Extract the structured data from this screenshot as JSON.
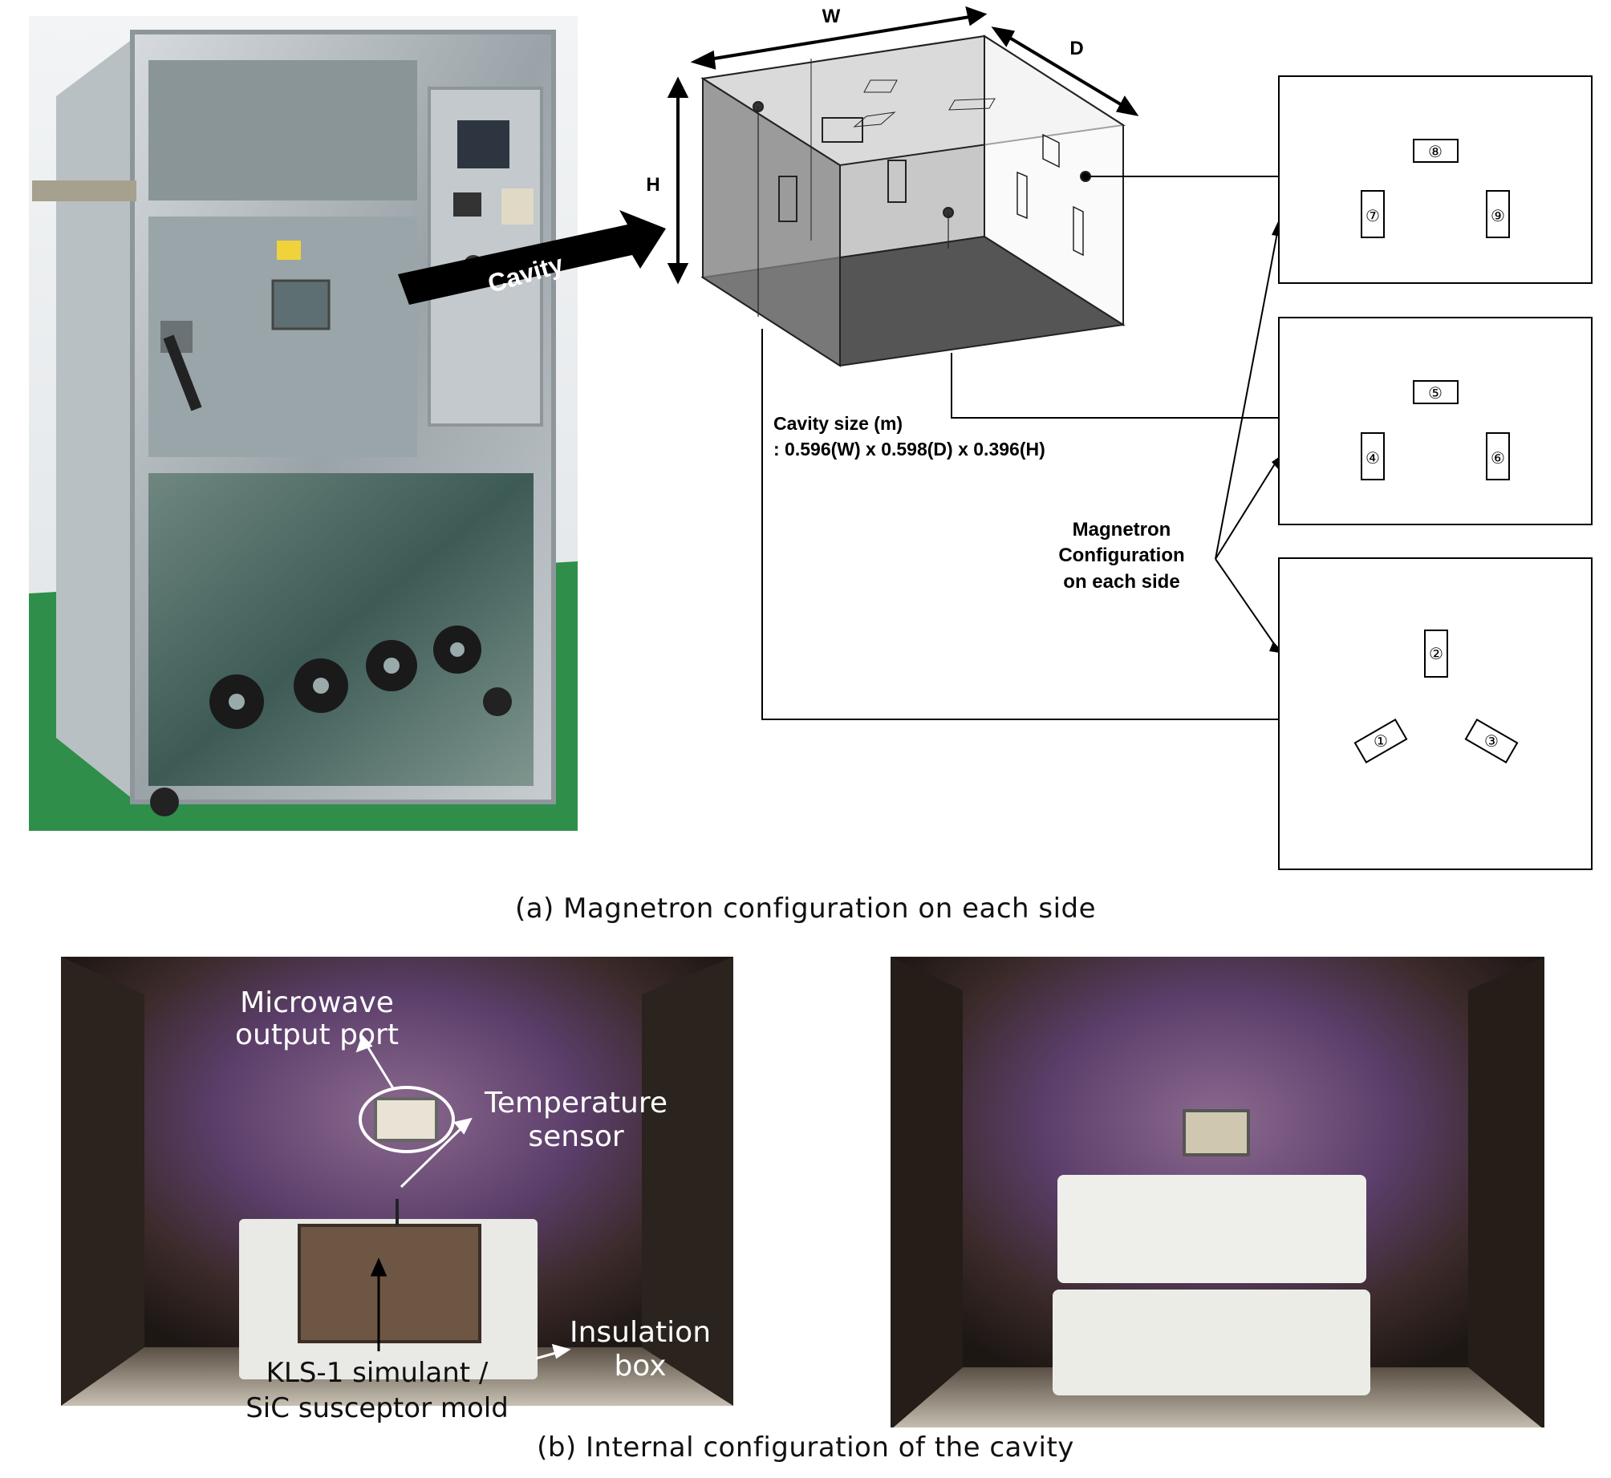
{
  "figure_a": {
    "caption": "(a) Magnetron configuration on each side",
    "cavity_arrow_label": "Cavity",
    "dim_w": "W",
    "dim_d": "D",
    "dim_h": "H",
    "cavity_size_line1": "Cavity size (m)",
    "cavity_size_line2": ": 0.596(W) x 0.598(D) x 0.396(H)",
    "magnetron_label": [
      "Magnetron",
      "Configuration",
      "on each side"
    ],
    "panel_top_ports": [
      "⑦",
      "⑧",
      "⑨"
    ],
    "panel_mid_ports": [
      "④",
      "⑤",
      "⑥"
    ],
    "panel_bottom_ports": [
      "①",
      "②",
      "③"
    ]
  },
  "figure_b": {
    "caption": "(b) Internal configuration of the cavity",
    "label_output_port": [
      "Microwave",
      "output port"
    ],
    "label_temp_sensor": [
      "Temperature",
      "sensor"
    ],
    "label_insulation": [
      "Insulation",
      "box"
    ],
    "label_mold": [
      "KLS-1 simulant /",
      "SiC susceptor mold"
    ]
  }
}
